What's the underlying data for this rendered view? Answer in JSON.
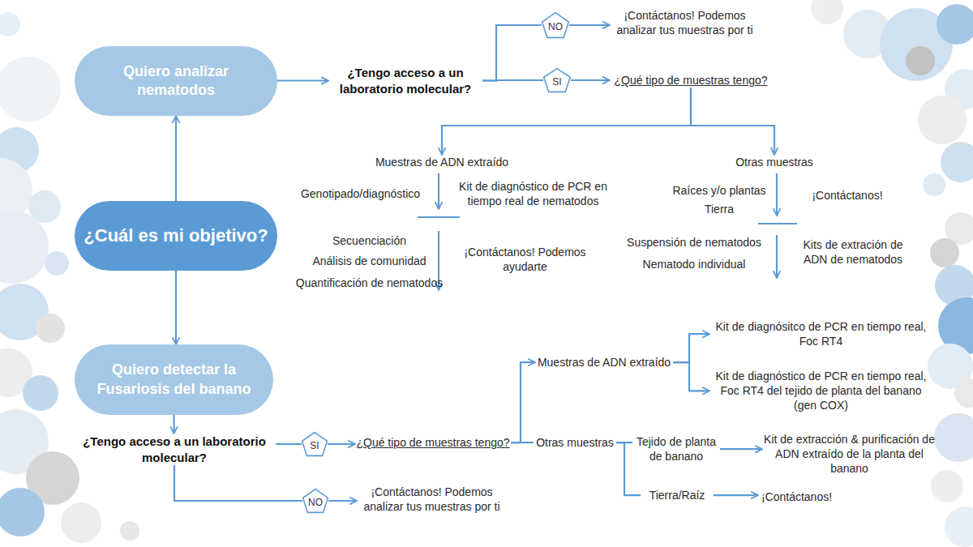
{
  "diagram": {
    "nodes": [
      {
        "text": [
          "Quiero analizar nematodos"
        ]
      },
      {
        "text": [
          "¿Tengo acceso a un laboratorio molecular?"
        ]
      },
      {
        "text": [
          "NO"
        ]
      },
      {
        "text": [
          "¡Contáctanos! Podemos analizar tus muestras por ti"
        ]
      },
      {
        "text": [
          "SI"
        ]
      },
      {
        "text": [
          "¿Qué tipo de muestras tengo?"
        ]
      },
      {
        "text": [
          "Muestras de ADN extraído"
        ]
      },
      {
        "text": [
          "Otras muestras"
        ]
      },
      {
        "text": [
          "¿Cuál es mi objetivo?"
        ]
      },
      {
        "text": [
          "Quiero detectar la Fusariosis del banano"
        ]
      },
      {
        "text": [
          "Muestras de ADN extraído"
        ]
      },
      {
        "text": [
          "Kit de diagnósitco de PCR en tiempo real, Foc RT4"
        ]
      },
      {
        "text": [
          "Kit de diagnóstico de PCR en tiempo real, Foc RT4 del tejido de planta del banano (gen COX)"
        ]
      },
      {
        "text": [
          "¿Tengo acceso a un laboratorio molecular?"
        ]
      },
      {
        "text": [
          "SI"
        ]
      },
      {
        "text": [
          "¿Qué tipo de muestras tengo?"
        ]
      },
      {
        "text": [
          "Otras muestras"
        ]
      },
      {
        "text": [
          "Tejido de planta de banano"
        ]
      },
      {
        "text": [
          "Kit de extracción & purificación de ADN extraído de la planta del banano"
        ]
      },
      {
        "text": [
          "Tierra/Raíz"
        ]
      },
      {
        "text": [
          "¡Contáctanos!"
        ]
      },
      {
        "text": [
          "NO"
        ]
      },
      {
        "text": [
          "¡Contáctanos! Podemos analizar tus muestras por ti"
        ]
      }
    ],
    "edges": [
      {
        "from": 8,
        "to": 0,
        "arrow": "to"
      },
      {
        "from": 8,
        "to": 9,
        "arrow": "to"
      },
      {
        "from": 0,
        "to": 1,
        "arrow": "to"
      },
      {
        "from": 1,
        "to": 2,
        "arrow": "none"
      },
      {
        "from": 1,
        "to": 4,
        "arrow": "none"
      },
      {
        "from": 2,
        "to": 3,
        "arrow": "to"
      },
      {
        "from": 4,
        "to": 5,
        "arrow": "to"
      },
      {
        "from": 5,
        "to": 6,
        "arrow": "to"
      },
      {
        "from": 5,
        "to": 7,
        "arrow": "to"
      },
      {
        "from": 9,
        "to": 13,
        "arrow": "to"
      },
      {
        "from": 13,
        "to": 14,
        "arrow": "none"
      },
      {
        "from": 13,
        "to": 21,
        "arrow": "none"
      },
      {
        "from": 14,
        "to": 15,
        "arrow": "to"
      },
      {
        "from": 21,
        "to": 22,
        "arrow": "to"
      },
      {
        "from": 15,
        "to": 10,
        "arrow": "to"
      },
      {
        "from": 15,
        "to": 16,
        "arrow": "none"
      },
      {
        "from": 10,
        "to": 11,
        "arrow": "to"
      },
      {
        "from": 10,
        "to": 12,
        "arrow": "to"
      },
      {
        "from": 16,
        "to": 17,
        "arrow": "none"
      },
      {
        "from": 16,
        "to": 19,
        "arrow": "none"
      },
      {
        "from": 17,
        "to": 18,
        "arrow": "to"
      },
      {
        "from": 19,
        "to": 20,
        "arrow": "to"
      }
    ],
    "labels": [
      "Genotipado/diagnóstico",
      "Kit de diagnóstico de PCR en tiempo real de nematodos",
      "Secuenciación",
      "Análisis de comunidad",
      "Quantificación de nematodos",
      "¡Contáctanos! Podemos ayudarte",
      "Raíces y/o plantas",
      "Tierra",
      "¡Contáctanos!",
      "Suspensión de nematodos",
      "Nematodo individual",
      "Kits de extración de ADN de nematodos"
    ]
  }
}
